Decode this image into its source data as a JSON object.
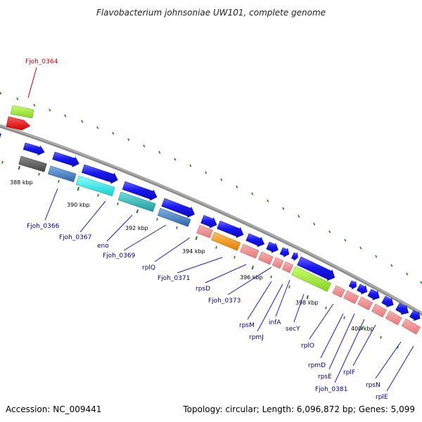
{
  "title": "Flavobacterium johnsoniae UW101, complete genome",
  "accession": "Accession: NC_009441",
  "summary": "Topology: circular; Length: 6,096,872 bp; Genes: 5,099",
  "colors": {
    "backbone": "#8c8c8c",
    "forward_cds": "#1414f0",
    "label_line": "#1a1acc",
    "label_text": "#000099",
    "highlight_label": "#cc0000",
    "ribosomal": "#ef8a8a",
    "tick": "#1f7a1f",
    "lime": "#9be63c",
    "cyan": "#19e6e6",
    "steel": "#4682c0",
    "teal": "#2ab5b5",
    "orange": "#f39a1a",
    "gray": "#5f5f5f",
    "red": "#ee1111"
  },
  "scale_labels": [
    "388 kbp",
    "390 kbp",
    "392 kbp",
    "394 kbp",
    "396 kbp",
    "398 kbp",
    "400 kbp"
  ],
  "highlight_gene": "Fjoh_0364",
  "gene_labels": [
    "Fjoh_0366",
    "Fjoh_0367",
    "eno",
    "Fjoh_0369",
    "rplQ",
    "Fjoh_0371",
    "rpsD",
    "Fjoh_0373",
    "rpsM",
    "rpmJ",
    "infA",
    "secY",
    "rplO",
    "rpmD",
    "rpsE",
    "Fjoh_0381",
    "rplF",
    "rpsN",
    "rplE"
  ]
}
